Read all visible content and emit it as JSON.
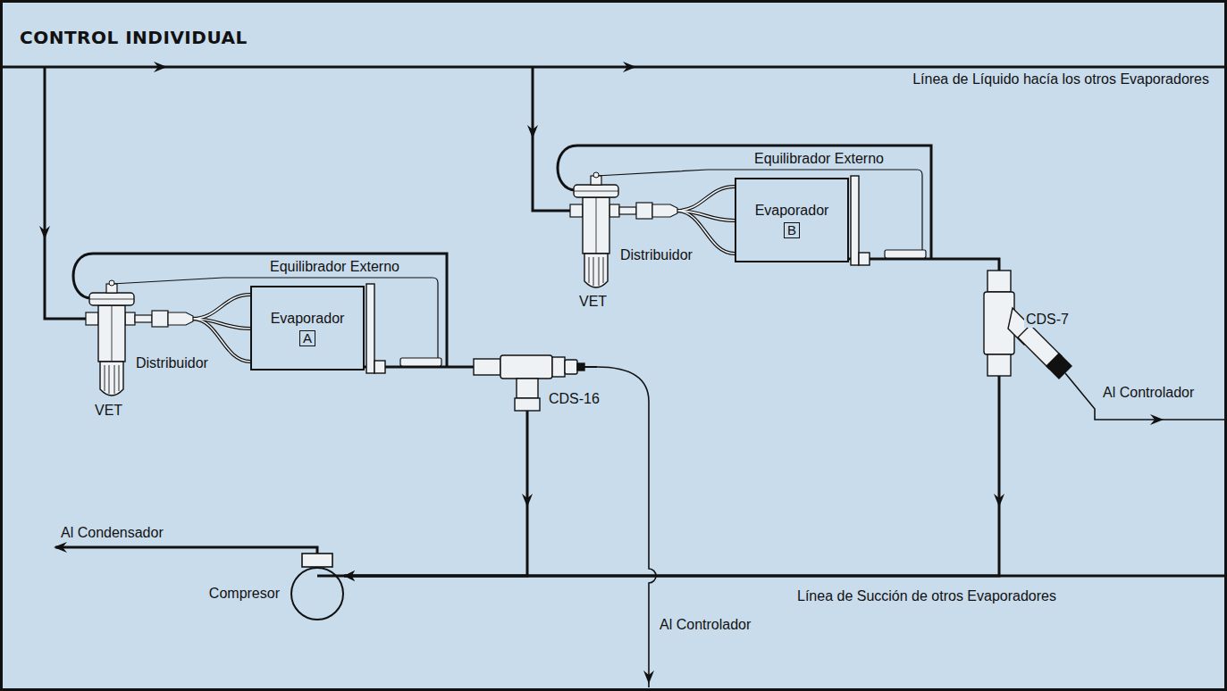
{
  "diagram": {
    "title": "CONTROL INDIVIDUAL",
    "nodes": [
      {
        "text": [
          "Evaporador",
          "B"
        ]
      },
      {
        "text": [
          "Evaporador",
          "A"
        ]
      },
      {
        "text": [
          "Compresor"
        ]
      }
    ],
    "edges": [
      {
        "from": 0,
        "to": 2,
        "arrow": "to"
      },
      {
        "from": 1,
        "to": 2,
        "arrow": "to"
      }
    ],
    "labels": [
      "Línea de Líquido hacía los otros Evaporadores",
      "Equilibrador Externo",
      "Distribuidor",
      "Equilibrador Externo",
      "VET",
      "CDS-7",
      "Distribuidor",
      "Al Controlador",
      "CDS-16",
      "VET",
      "Al Condensador",
      "Línea de Succión de otros Evaporadores",
      "Al Controlador"
    ]
  }
}
